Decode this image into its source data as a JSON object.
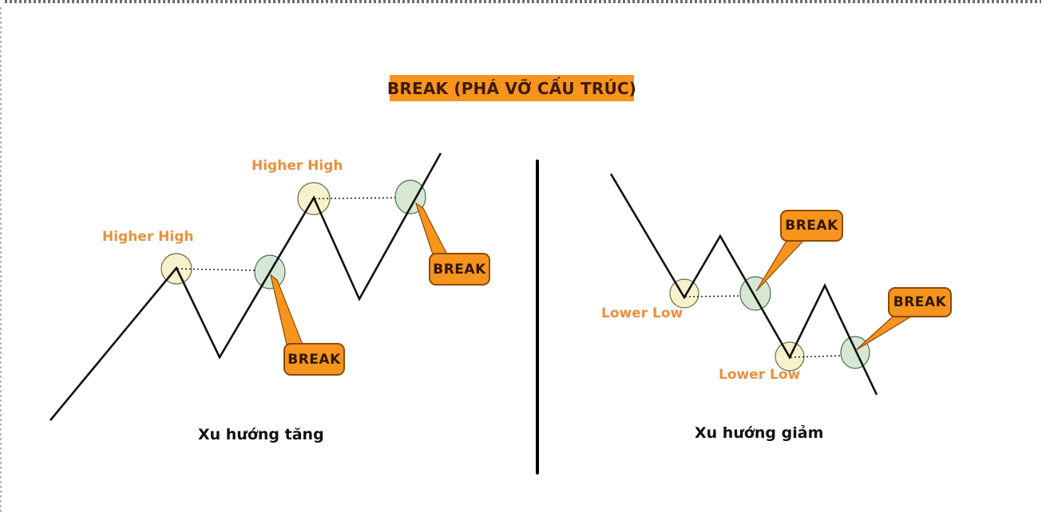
{
  "title": {
    "text": "BREAK (PHÁ VỠ CẤU TRÚC)"
  },
  "uptrend": {
    "caption": "Xu hướng tăng",
    "hh1": "Higher High",
    "hh2": "Higher High",
    "break1": "BREAK",
    "break2": "BREAK"
  },
  "downtrend": {
    "caption": "Xu hướng giảm",
    "ll1": "Lower Low",
    "ll2": "Lower Low",
    "break1": "BREAK",
    "break2": "BREAK"
  },
  "colors": {
    "accent_orange": "#F7941D",
    "callout_border": "#8a4a08",
    "label_orange": "#E8913D",
    "swing_high_fill": "#F8F2CC",
    "break_marker_fill": "#D5E8D4",
    "line_black": "#111111",
    "title_text": "#3F1A05"
  }
}
